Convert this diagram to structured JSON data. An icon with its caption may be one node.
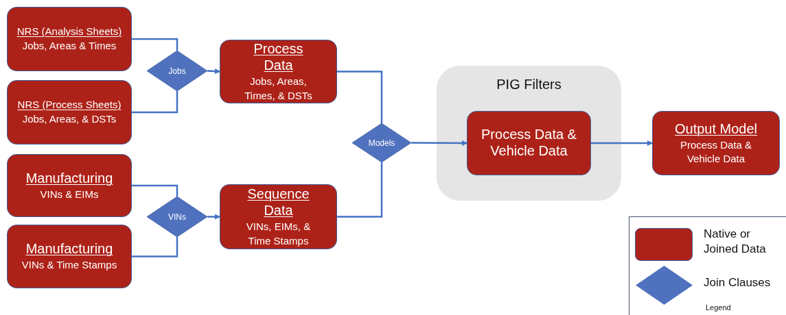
{
  "diagram": {
    "nodes": [
      {
        "text": [
          "NRS (Analysis Sheets)",
          "Jobs, Areas & Times"
        ]
      },
      {
        "text": [
          "Jobs"
        ]
      },
      {
        "text": [
          "NRS (Process Sheets)",
          "Jobs, Areas, & DSTs"
        ]
      },
      {
        "text": [
          "Process Data",
          "Jobs, Areas, Times, & DSTs"
        ]
      },
      {
        "text": [
          "Manufacturing",
          "VINs & EIMs"
        ]
      },
      {
        "text": [
          "VINs"
        ]
      },
      {
        "text": [
          "Manufacturing",
          "VINs & Time Stamps"
        ]
      },
      {
        "text": [
          "Sequence Data",
          "VINs, EIMs, & Time Stamps"
        ]
      },
      {
        "text": [
          "Models"
        ]
      },
      {
        "text": [
          "PIG Filters"
        ]
      },
      {
        "text": [
          "Process Data & Vehicle Data"
        ],
        "in": 9
      },
      {
        "text": [
          "Output Model",
          "Process Data & Vehicle Data"
        ]
      }
    ],
    "edges": [
      {
        "from": 0,
        "to": 1,
        "arrow": "none"
      },
      {
        "from": 2,
        "to": 1,
        "arrow": "none"
      },
      {
        "from": 1,
        "to": 3,
        "arrow": "to"
      },
      {
        "from": 3,
        "to": 8,
        "arrow": "none"
      },
      {
        "from": 4,
        "to": 5,
        "arrow": "none"
      },
      {
        "from": 6,
        "to": 5,
        "arrow": "none"
      },
      {
        "from": 5,
        "to": 7,
        "arrow": "to"
      },
      {
        "from": 7,
        "to": 8,
        "arrow": "none"
      },
      {
        "from": 8,
        "to": 10,
        "arrow": "to"
      },
      {
        "from": 10,
        "to": 11,
        "arrow": "to"
      }
    ],
    "labels": [
      "Legend"
    ],
    "legend": [
      {
        "text": "Native or Joined Data",
        "color": "#ad2218"
      },
      {
        "text": "Join Clauses"
      }
    ]
  }
}
